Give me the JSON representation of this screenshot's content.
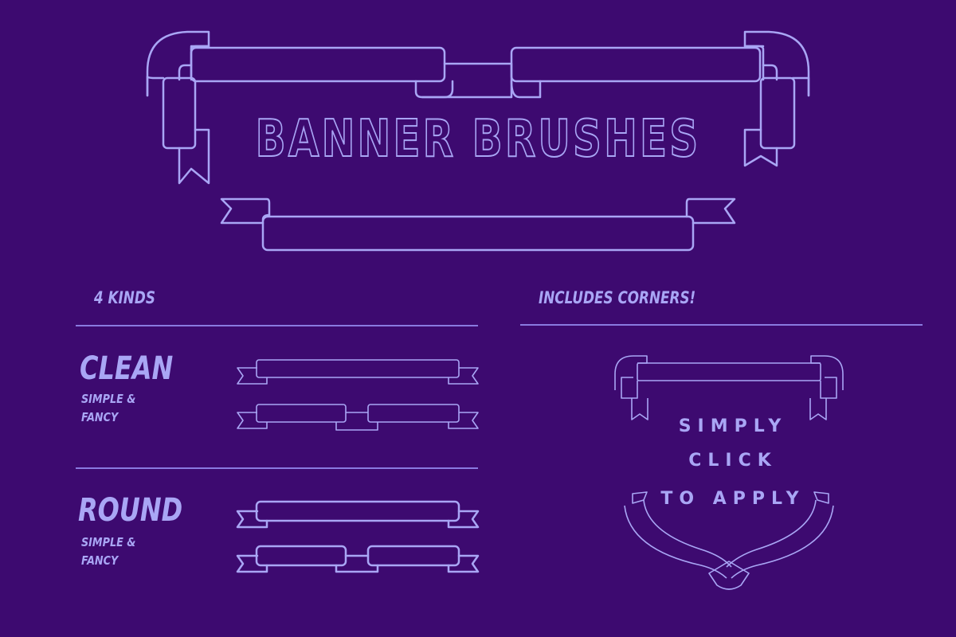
{
  "header": {
    "title": "BANNER BRUSHES"
  },
  "left_section": {
    "heading": "4 KINDS",
    "kinds": [
      {
        "name": "CLEAN",
        "subtitle_line1": "SIMPLE &",
        "subtitle_line2": "FANCY"
      },
      {
        "name": "ROUND",
        "subtitle_line1": "SIMPLE &",
        "subtitle_line2": "FANCY"
      }
    ]
  },
  "right_section": {
    "heading": "INCLUDES CORNERS!",
    "cta_lines": [
      "SIMPLY",
      "CLICK",
      "TO APPLY"
    ]
  },
  "colors": {
    "background": "#3d0a70",
    "stroke": "#a9a6f5",
    "rule": "#8a7ae0"
  },
  "icons": [
    "banner-ribbon-icon",
    "corner-ribbon-icon",
    "curved-ribbon-icon"
  ]
}
